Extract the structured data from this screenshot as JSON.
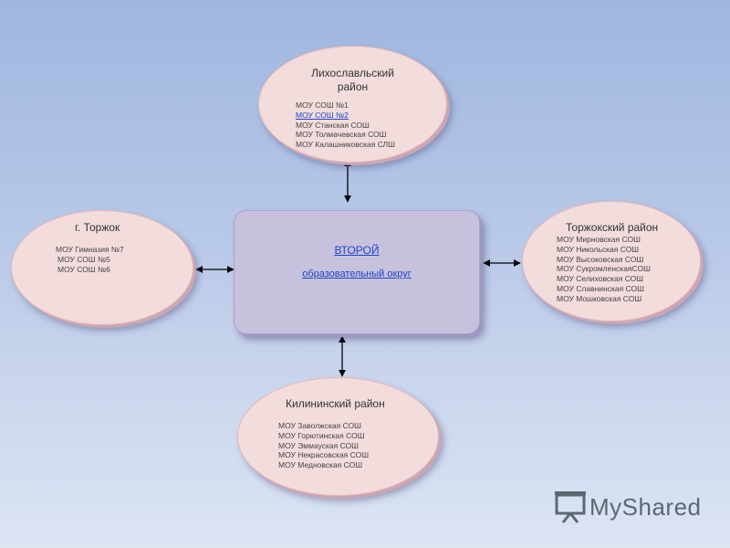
{
  "center": {
    "line1": "ВТОРОЙ",
    "line2": "образовательный округ"
  },
  "top": {
    "title_line1": "Лихославльский",
    "title_line2": "район",
    "items": [
      "МОУ СОШ №1",
      "МОУ СОШ №2",
      "МОУ Станская СОШ",
      "МОУ Толмачевская СОШ",
      "МОУ Калашниковская СЛШ"
    ]
  },
  "left": {
    "title": "г. Торжок",
    "items": [
      "МОУ Гимназия №7",
      "МОУ СОШ №5",
      "МОУ СОШ №6"
    ]
  },
  "right": {
    "title": "Торжокский район",
    "items": [
      "МОУ Мирновская СОШ",
      "МОУ Никольская СОШ",
      "МОУ Высоковская СОШ",
      "МОУ СукромленскаяСОШ",
      "МОУ Селиховская СОШ",
      "МОУ Славнинская СОШ",
      "МОУ Мошковская СОШ"
    ]
  },
  "bottom": {
    "title": "Килининский район",
    "items": [
      "МОУ Заволжская СОШ",
      "МОУ Горютинская СОШ",
      "МОУ Эммауская СОШ",
      "МОУ Некрасовская СОШ",
      "МОУ Медновская СОШ"
    ]
  },
  "watermark": {
    "text": "MyShared"
  },
  "colors": {
    "ellipse_fill": "#f2dcdc",
    "center_fill": "#c6c1dd",
    "link": "#1f45c8"
  }
}
